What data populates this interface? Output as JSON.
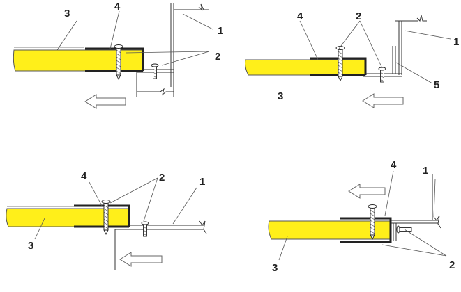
{
  "diagram": {
    "background": "#ffffff",
    "panel_color": "#ffef1a",
    "line_color": "#333333",
    "figures": [
      {
        "id": "top-left",
        "labels": {
          "wall": "1",
          "fasteners": "2",
          "panel": "3",
          "profile": "4"
        }
      },
      {
        "id": "top-right",
        "labels": {
          "wall": "1",
          "fasteners": "2",
          "panel": "3",
          "profile": "4",
          "bracket": "5"
        }
      },
      {
        "id": "bottom-left",
        "labels": {
          "wall": "1",
          "fasteners": "2",
          "panel": "3",
          "profile": "4"
        }
      },
      {
        "id": "bottom-right",
        "labels": {
          "wall": "1",
          "fasteners": "2",
          "panel": "3",
          "profile": "4"
        }
      }
    ]
  }
}
